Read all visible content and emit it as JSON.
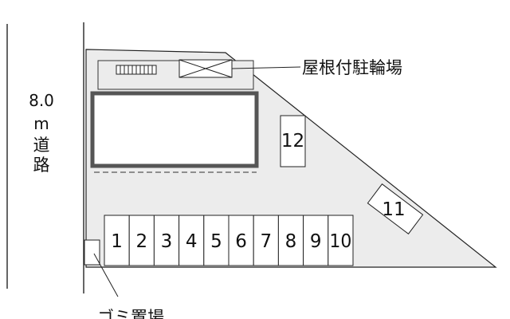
{
  "road": {
    "width": "8.0",
    "unit": "m",
    "name_char_1": "道",
    "name_char_2": "路"
  },
  "labels": {
    "bicycle_parking": "屋根付駐輪場",
    "garbage": "ゴミ置場"
  },
  "parking": {
    "row_spaces": [
      "1",
      "2",
      "3",
      "4",
      "5",
      "6",
      "7",
      "8",
      "9",
      "10"
    ],
    "space_11": "11",
    "space_12": "12"
  },
  "colors": {
    "lot_fill": "#ececec",
    "line": "#222222",
    "building_border": "#555555"
  }
}
